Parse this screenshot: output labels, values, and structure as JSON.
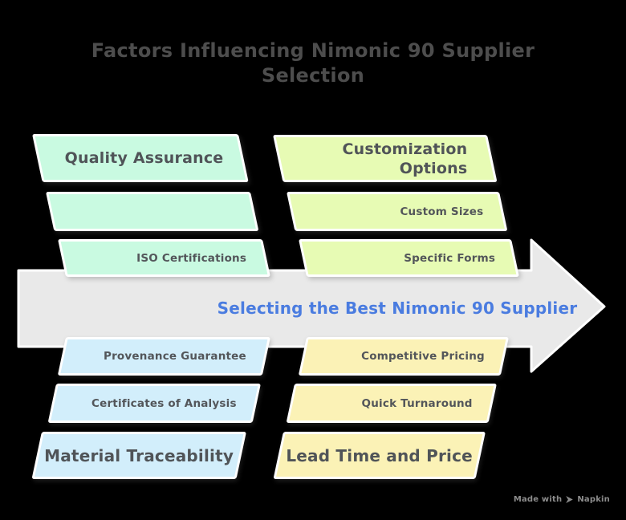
{
  "title": {
    "line1": "Factors Influencing Nimonic 90 Supplier",
    "line2": "Selection"
  },
  "arrow": {
    "label": "Selecting the Best Nimonic 90 Supplier",
    "fill": "#e9e9e9",
    "border": "#ffffff",
    "label_color": "#4a7ce0"
  },
  "groups": {
    "top_left": {
      "header": "Quality Assurance",
      "items": [
        "",
        "ISO Certifications"
      ],
      "fill": "#c9fae1"
    },
    "top_right": {
      "header": "Customization Options",
      "items": [
        "Custom Sizes",
        "Specific Forms"
      ],
      "fill": "#e7fbb4"
    },
    "bottom_left": {
      "items": [
        "Provenance Guarantee",
        "Certificates of Analysis"
      ],
      "header": "Material Traceability",
      "fill": "#d2eefb"
    },
    "bottom_right": {
      "items": [
        "Competitive Pricing",
        "Quick Turnaround"
      ],
      "header": "Lead Time and Price",
      "fill": "#fbf2b6"
    }
  },
  "footer": {
    "prefix": "Made with",
    "brand": "Napkin",
    "icon": "napkin-logo-icon",
    "color": "#8d8d8d"
  },
  "colors": {
    "background": "#000000",
    "title_text": "#4d4d4d",
    "box_text": "#53565a",
    "box_border": "#ffffff"
  }
}
